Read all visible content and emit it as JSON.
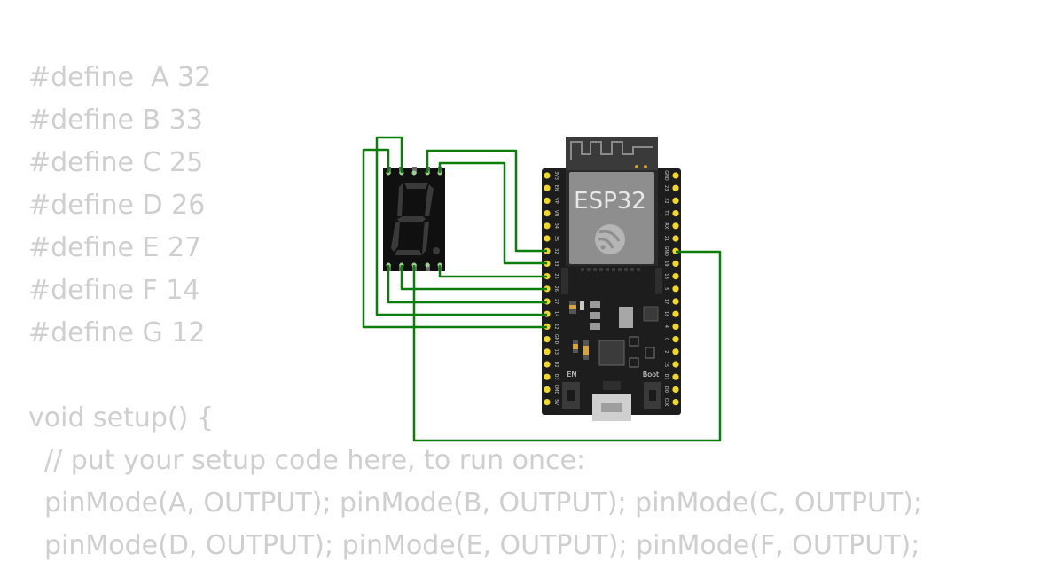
{
  "code": {
    "lines": [
      "#define  A 32",
      "#define B 33",
      "#define C 25",
      "#define D 26",
      "#define E 27",
      "#define F 14",
      "#define G 12",
      "",
      "void setup() {",
      "// put your setup code here, to run once:",
      "pinMode(A, OUTPUT); pinMode(B, OUTPUT); pinMode(C, OUTPUT);",
      "pinMode(D, OUTPUT); pinMode(E, OUTPUT); pinMode(F, OUTPUT);"
    ]
  },
  "board": {
    "chip_label": "ESP32",
    "en_label": "EN",
    "boot_label": "Boot",
    "left_pins": [
      "3V3",
      "EN",
      "VP",
      "VN",
      "34",
      "35",
      "32",
      "33",
      "25",
      "26",
      "27",
      "14",
      "12",
      "GND",
      "13",
      "D2",
      "D3",
      "CMD",
      "5V"
    ],
    "right_pins": [
      "GND",
      "23",
      "22",
      "TX",
      "RX",
      "21",
      "GND",
      "19",
      "18",
      "5",
      "17",
      "16",
      "4",
      "0",
      "2",
      "15",
      "D1",
      "D0",
      "CLK"
    ]
  },
  "display": {
    "digit": "8.",
    "segment_color": "#3a3a3a"
  },
  "colors": {
    "wire": "#0a7d0a",
    "board": "#1d1d1d",
    "pin": "#f1d72a",
    "code": "#cfcfcf"
  }
}
